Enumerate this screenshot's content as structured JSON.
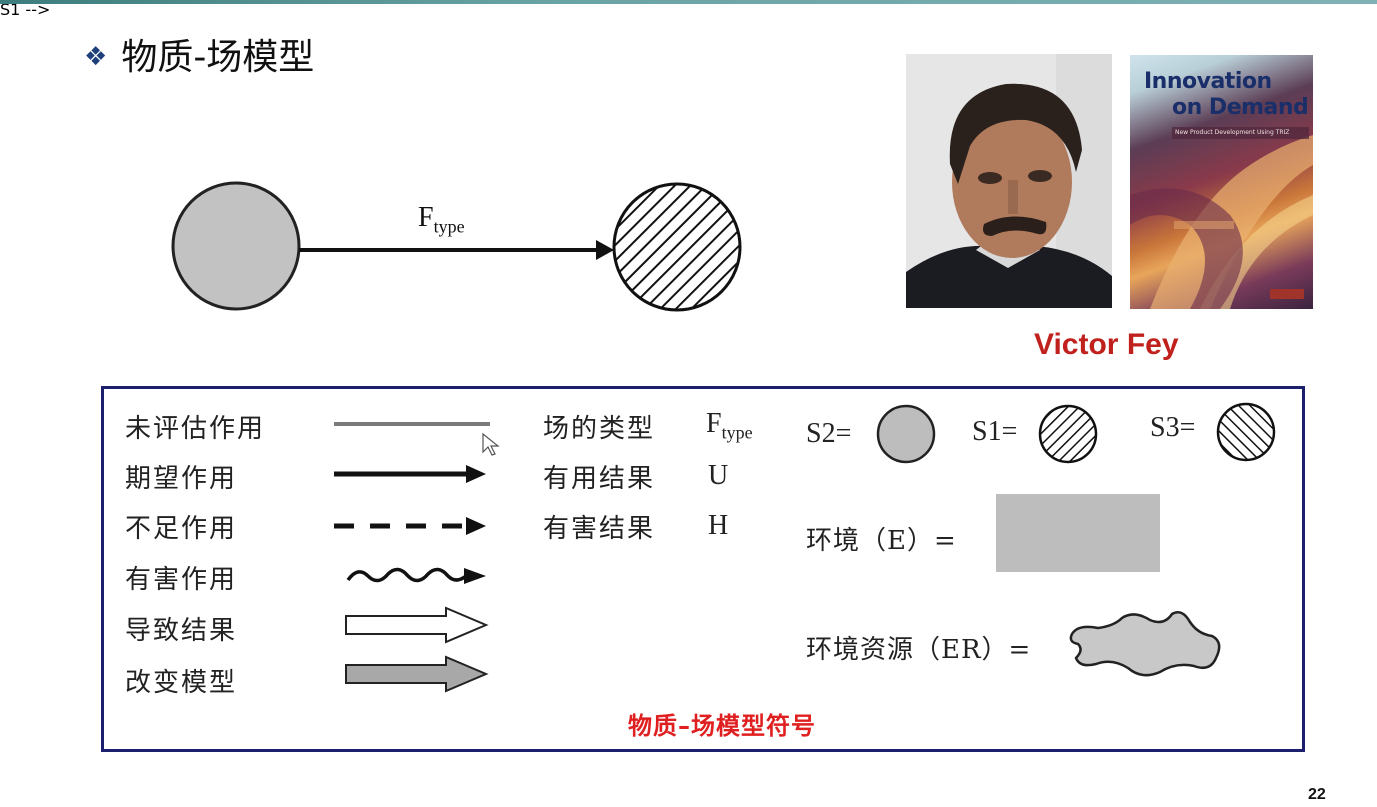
{
  "slide": {
    "title": "物质-场模型",
    "title_bullet_icon": "diamond-cluster-icon",
    "page_number": "22"
  },
  "diagram": {
    "force_label_main": "F",
    "force_label_sub": "type"
  },
  "reference": {
    "person_name": "Victor Fey",
    "book_title_line1": "Innovation",
    "book_title_line2": "on Demand",
    "book_subtitle": "New Product Development Using TRIZ"
  },
  "legend": {
    "left_items": [
      {
        "label": "未评估作用",
        "icon": "thin-gray-line-icon"
      },
      {
        "label": "期望作用",
        "icon": "solid-arrow-icon"
      },
      {
        "label": "不足作用",
        "icon": "dashed-arrow-icon"
      },
      {
        "label": "有害作用",
        "icon": "wavy-arrow-icon"
      },
      {
        "label": "导致结果",
        "icon": "hollow-block-arrow-icon"
      },
      {
        "label": "改变模型",
        "icon": "gray-block-arrow-icon"
      }
    ],
    "middle_items": [
      {
        "label": "场的类型",
        "symbol_main": "F",
        "symbol_sub": "type"
      },
      {
        "label": "有用结果",
        "symbol": "U"
      },
      {
        "label": "有害结果",
        "symbol": "H"
      }
    ],
    "substances": [
      {
        "label": "S2=",
        "icon": "gray-circle-icon"
      },
      {
        "label": "S1=",
        "icon": "back-hatched-circle-icon"
      },
      {
        "label": "S3=",
        "icon": "forward-hatched-circle-icon"
      }
    ],
    "environment_label": "环境（E）=",
    "environment_resource_label": "环境资源（ER）=",
    "caption": "物质–场模型符号"
  },
  "colors": {
    "caption": "#e02020",
    "person_name": "#c0211c",
    "legend_border": "#1c1f6b",
    "substance_fill": "#bdbdbd"
  }
}
